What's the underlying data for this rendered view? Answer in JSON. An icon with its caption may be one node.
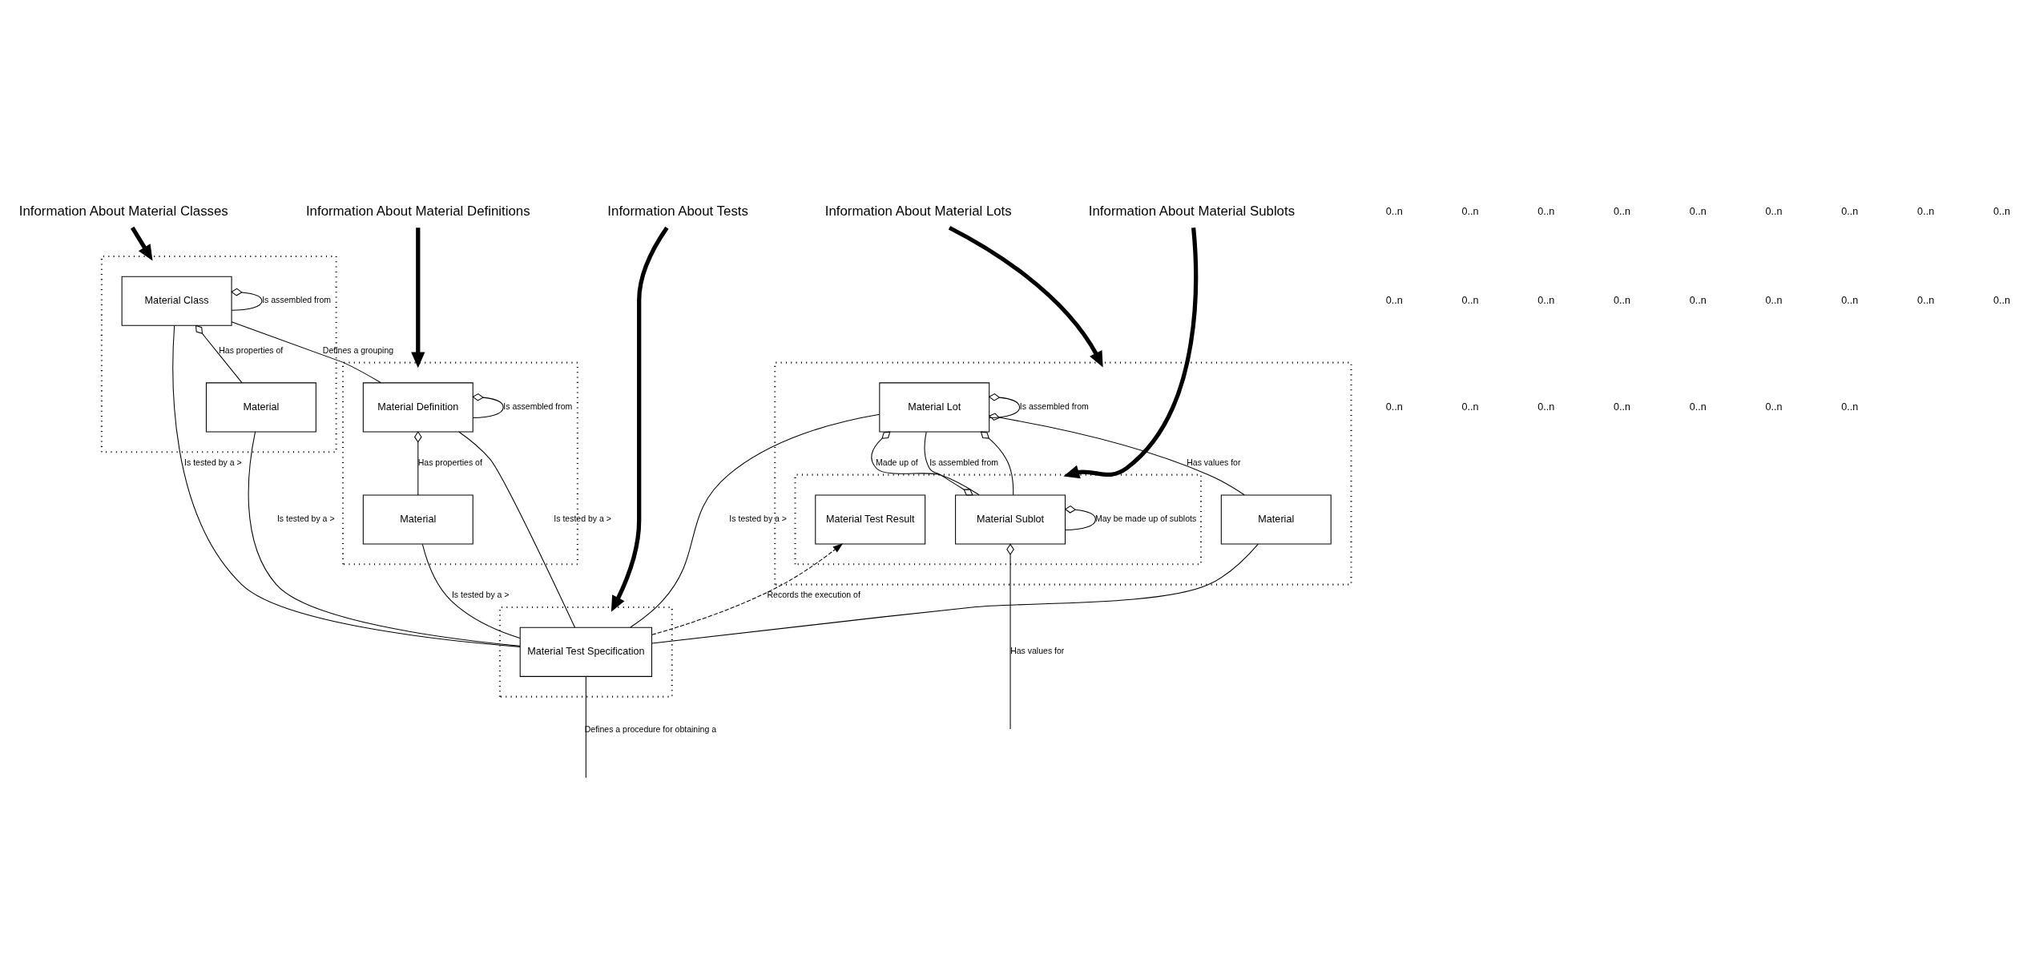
{
  "diagram": {
    "nodes": [
      {
        "text": [
          "Information About Material Classes"
        ]
      },
      {
        "text": [
          "Information About Material Definitions"
        ]
      },
      {
        "text": [
          "Information About Tests"
        ]
      },
      {
        "text": [
          "Information About Material Lots"
        ]
      },
      {
        "text": [
          "Information About Material Sublots"
        ]
      },
      {
        "text": [],
        "shape": "box"
      },
      {
        "text": [],
        "shape": "box"
      },
      {
        "text": [],
        "shape": "box"
      },
      {
        "text": [],
        "shape": "box"
      },
      {
        "text": [],
        "shape": "box",
        "in": 8
      },
      {
        "text": [
          "Material Class"
        ],
        "in": 5
      },
      {
        "text": [
          "Material Definition"
        ],
        "in": 6
      },
      {
        "text": [
          "Material Test Specification"
        ],
        "in": 7
      },
      {
        "text": [
          "Material Lot"
        ],
        "in": 8
      },
      {
        "text": [
          "Material Sublot"
        ],
        "in": 9
      },
      {
        "text": [
          "Material Test Result"
        ],
        "in": 9
      },
      {
        "text": [
          "Material"
        ],
        "in": 5
      },
      {
        "text": [
          "Material"
        ],
        "in": 6
      },
      {
        "text": [
          "Material"
        ],
        "in": 8
      }
    ],
    "edges": [
      {
        "from": 0,
        "to": 5,
        "arrow": "to",
        "style": "thick"
      },
      {
        "from": 1,
        "to": 6,
        "arrow": "to",
        "style": "thick"
      },
      {
        "from": 2,
        "to": 7,
        "arrow": "to",
        "style": "thick"
      },
      {
        "from": 3,
        "to": 8,
        "arrow": "to",
        "style": "thick"
      },
      {
        "from": 4,
        "to": 9,
        "arrow": "to",
        "style": "thick"
      },
      {
        "from": 10,
        "to": 10,
        "arrow": "other",
        "label": "Is assembled from"
      },
      {
        "from": 10,
        "to": 11,
        "arrow": "none",
        "label": "Defines a grouping"
      },
      {
        "from": 10,
        "to": 16,
        "arrow": "other",
        "label": "Has properties of"
      },
      {
        "from": 10,
        "to": 12,
        "arrow": "none",
        "label": "Is tested by a >"
      },
      {
        "from": 16,
        "to": 12,
        "arrow": "none",
        "label": "Is tested by a >"
      },
      {
        "from": 11,
        "to": 11,
        "arrow": "other",
        "label": "Is assembled from"
      },
      {
        "from": 11,
        "to": 17,
        "arrow": "other",
        "label": "Has properties of"
      },
      {
        "from": 11,
        "to": 12,
        "arrow": "none",
        "label": "Is tested by a >"
      },
      {
        "from": 17,
        "to": 12,
        "arrow": "none",
        "label": "Is tested by a >"
      },
      {
        "from": 13,
        "to": 13,
        "arrow": "other",
        "label": "Is assembled from"
      },
      {
        "from": 13,
        "to": 14,
        "arrow": "other"
      },
      {
        "from": 14,
        "to": 13,
        "arrow": "other",
        "label": "Is assembled from"
      },
      {
        "from": 13,
        "to": 14,
        "arrow": "other",
        "label": "Made up of"
      },
      {
        "from": 14,
        "to": 14,
        "arrow": "other",
        "label": "May be made up of sublots"
      },
      {
        "from": 13,
        "to": 18,
        "arrow": "other",
        "label": "Has values for"
      },
      {
        "from": 14,
        "to": null,
        "arrow": "other",
        "label": "Has values for"
      },
      {
        "from": 13,
        "to": 12,
        "arrow": "none",
        "label": "Is tested by a >"
      },
      {
        "from": 18,
        "to": 12,
        "arrow": "none"
      },
      {
        "from": 12,
        "to": null,
        "arrow": "none",
        "label": "Defines a procedure for obtaining a"
      },
      {
        "from": 12,
        "to": 15,
        "arrow": "to",
        "style": "dashed",
        "label": "Records the execution of"
      }
    ],
    "labels": [
      "0..n",
      "0..n",
      "0..n",
      "0..n",
      "0..n",
      "0..n",
      "0..n",
      "0..n",
      "0..n",
      "0..n",
      "0..n",
      "0..n",
      "0..n",
      "0..n",
      "0..n",
      "0..n",
      "0..n",
      "0..n",
      "0..n",
      "0..n",
      "0..n",
      "0..n",
      "0..n",
      "0..n",
      "0..n"
    ]
  }
}
